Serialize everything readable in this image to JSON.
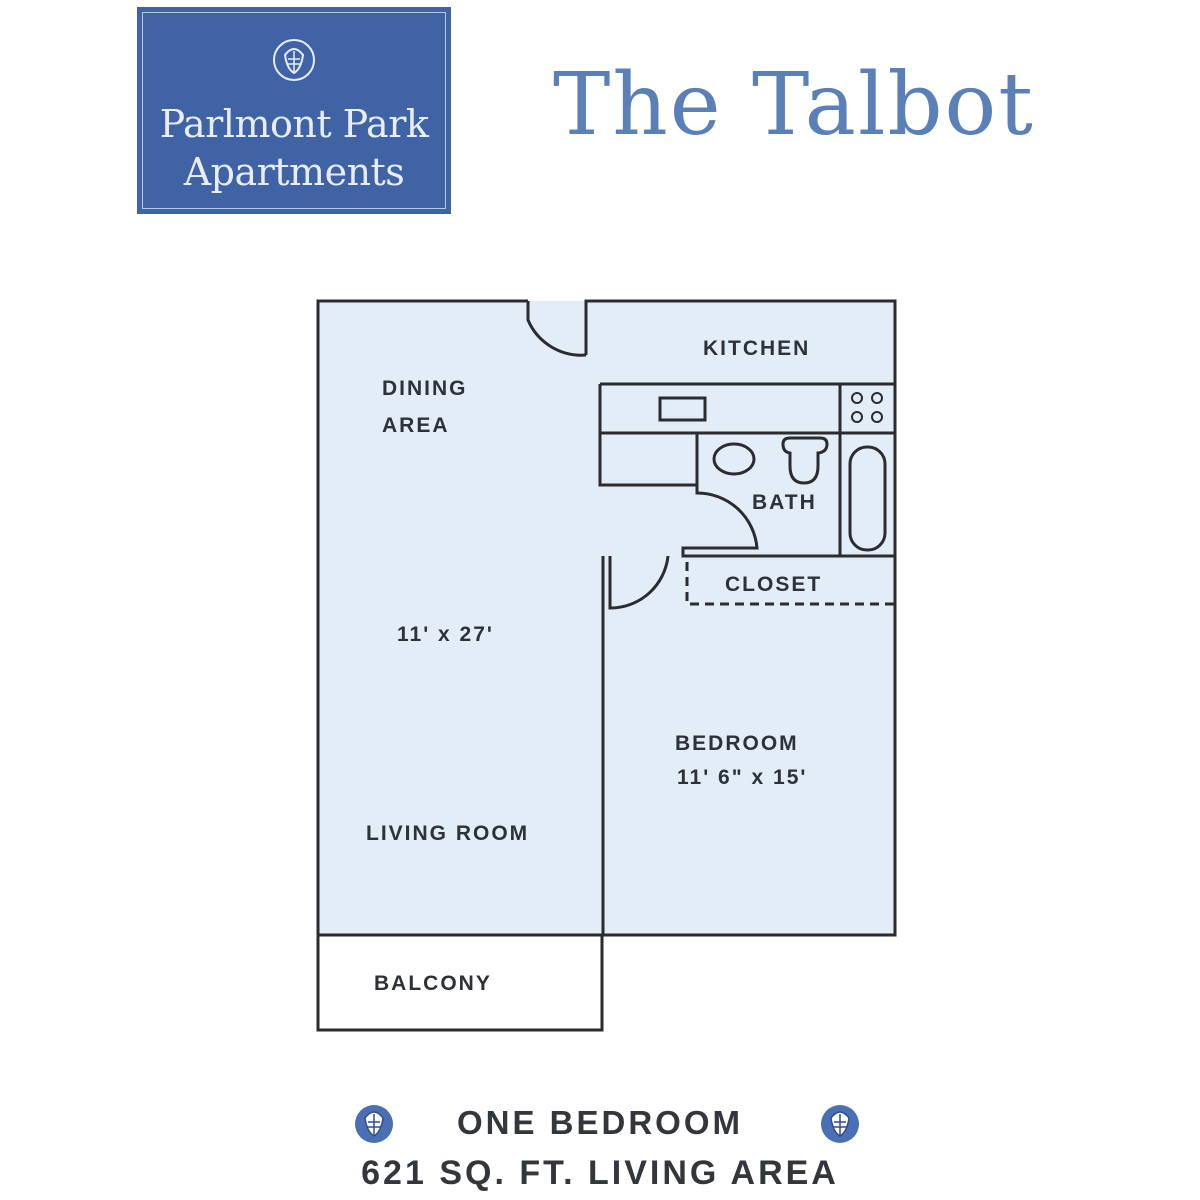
{
  "logo": {
    "line1": "Parlmont Park",
    "line2": "Apartments",
    "icon": "thistle-crest-icon"
  },
  "title": "The Talbot",
  "rooms": {
    "kitchen": "KITCHEN",
    "dining_line1": "DINING",
    "dining_line2": "AREA",
    "living_dimensions": "11' x 27'",
    "living_room": "LIVING ROOM",
    "bath": "BATH",
    "closet": "CLOSET",
    "bedroom": "BEDROOM",
    "bedroom_dimensions": "11' 6\" x 15'",
    "balcony": "BALCONY"
  },
  "footer": {
    "unit_type": "ONE BEDROOM",
    "area": "621 SQ. FT. LIVING AREA",
    "icon": "thistle-crest-icon"
  },
  "colors": {
    "logo_bg": "#3f63a5",
    "title": "#5b80b8",
    "floor_fill": "#e3edf8",
    "wall": "#2b2b30"
  }
}
